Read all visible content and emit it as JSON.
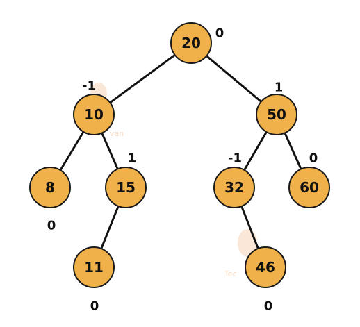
{
  "colors": {
    "node_fill": "#F0B14A",
    "node_stroke": "#1a1a1a",
    "edge": "#111111",
    "watermark": "#F4C9A8"
  },
  "tree": {
    "nodes": [
      {
        "id": "n20",
        "value": "20",
        "balance": "0"
      },
      {
        "id": "n10",
        "value": "10",
        "balance": "-1"
      },
      {
        "id": "n50",
        "value": "50",
        "balance": "1"
      },
      {
        "id": "n8",
        "value": "8",
        "balance": "0"
      },
      {
        "id": "n15",
        "value": "15",
        "balance": "1"
      },
      {
        "id": "n32",
        "value": "32",
        "balance": "-1"
      },
      {
        "id": "n60",
        "value": "60",
        "balance": "0"
      },
      {
        "id": "n11",
        "value": "11",
        "balance": "0"
      },
      {
        "id": "n46",
        "value": "46",
        "balance": "0"
      }
    ],
    "edges": [
      {
        "from": "n20",
        "to": "n10"
      },
      {
        "from": "n20",
        "to": "n50"
      },
      {
        "from": "n10",
        "to": "n8"
      },
      {
        "from": "n10",
        "to": "n15"
      },
      {
        "from": "n15",
        "to": "n11"
      },
      {
        "from": "n50",
        "to": "n32"
      },
      {
        "from": "n50",
        "to": "n60"
      },
      {
        "from": "n32",
        "to": "n46"
      }
    ]
  },
  "watermarks": [
    {
      "id": "wm1",
      "text": "van"
    },
    {
      "id": "wm2",
      "text": "Tec"
    }
  ]
}
